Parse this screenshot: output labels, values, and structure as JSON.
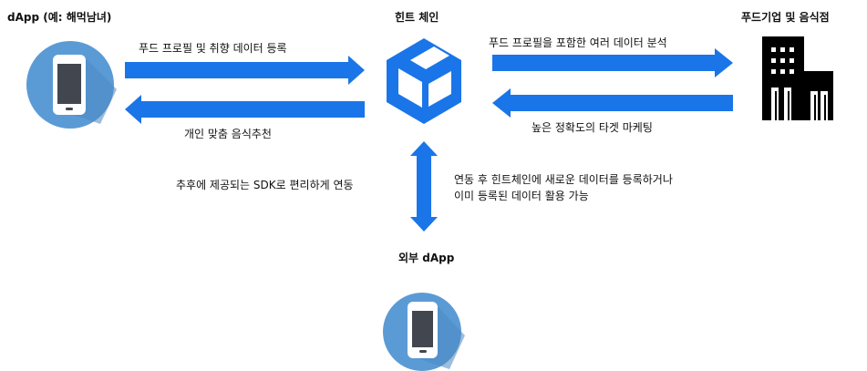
{
  "nodes": {
    "user": {
      "title": "dApp (예: 해먹남녀)",
      "icon": "smartphone-icon"
    },
    "chain": {
      "title": "힌트 체인",
      "icon": "blockchain-cube-icon"
    },
    "business": {
      "title": "푸드기업 및 음식점",
      "icon": "building-icon"
    },
    "external": {
      "title": "외부 dApp",
      "icon": "smartphone-icon"
    }
  },
  "edges": {
    "user_to_chain": "푸드 프로필 및 취향 데이터 등록",
    "chain_to_user": "개인 맞춤 음식추천",
    "chain_to_business": "푸드 프로필을 포함한 여러 데이터 분석",
    "business_to_chain": "높은 정확도의 타겟 마케팅",
    "external_sdk": "추후에 제공되는 SDK로 편리하게 연동",
    "external_desc_line1": "연동 후 힌트체인에 새로운 데이터를 등록하거나",
    "external_desc_line2": "이미 등록된 데이터 활용 가능"
  },
  "colors": {
    "arrow": "#1a75e8",
    "circle": "#5b9bd5",
    "phone_frame": "#ffffff",
    "phone_screen": "#41464f",
    "cube": "#1a75e8",
    "building": "#000000"
  }
}
